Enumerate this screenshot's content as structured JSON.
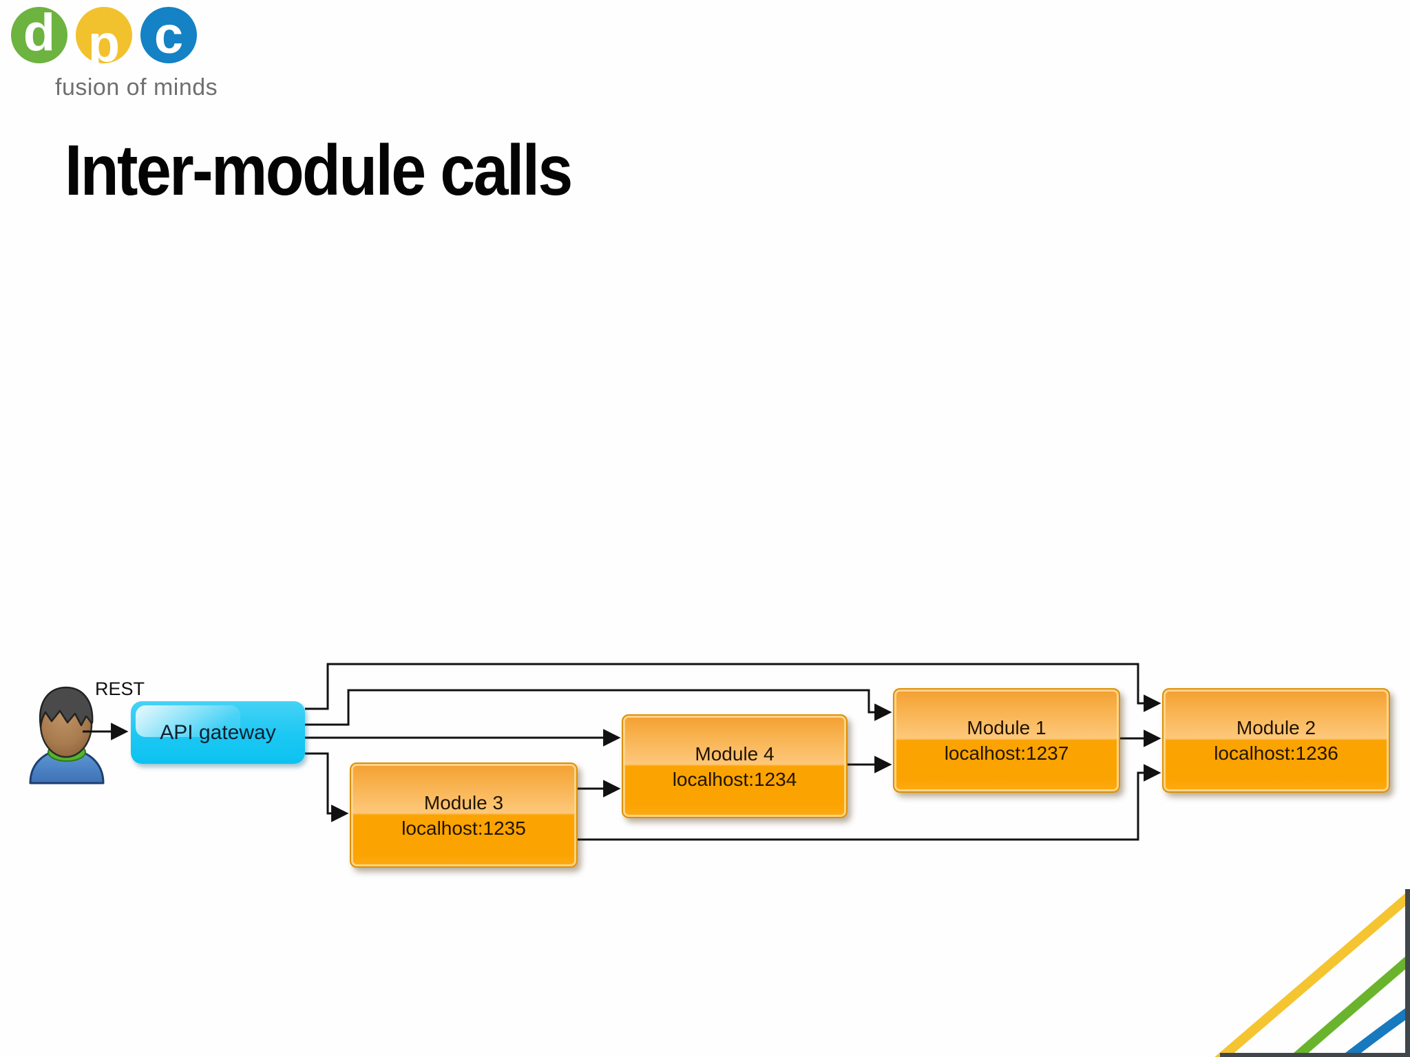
{
  "logo": {
    "circles": [
      {
        "letter": "d",
        "color": "#6cb33f"
      },
      {
        "letter": "p",
        "color": "#f2c12e"
      },
      {
        "letter": "c",
        "color": "#1482c4"
      }
    ],
    "tagline": "fusion of minds"
  },
  "title": "Inter-module calls",
  "diagram": {
    "rest_label": "REST",
    "gateway_label": "API gateway",
    "modules": [
      {
        "name": "Module 1",
        "host": "localhost:1237"
      },
      {
        "name": "Module 2",
        "host": "localhost:1236"
      },
      {
        "name": "Module 3",
        "host": "localhost:1235"
      },
      {
        "name": "Module 4",
        "host": "localhost:1234"
      }
    ],
    "connections": [
      {
        "from": "user",
        "to": "API gateway",
        "protocol": "REST"
      },
      {
        "from": "API gateway",
        "to": "Module 2"
      },
      {
        "from": "API gateway",
        "to": "Module 1"
      },
      {
        "from": "API gateway",
        "to": "Module 4"
      },
      {
        "from": "API gateway",
        "to": "Module 3"
      },
      {
        "from": "Module 3",
        "to": "Module 4"
      },
      {
        "from": "Module 3",
        "to": "Module 2"
      },
      {
        "from": "Module 4",
        "to": "Module 1"
      },
      {
        "from": "Module 1",
        "to": "Module 2"
      }
    ]
  },
  "colors": {
    "module_fill_top": "#f3a031",
    "module_fill_mid": "#fdc87b",
    "module_fill_bottom": "#fba301",
    "module_border": "#dd8f04",
    "gateway_fill": "#1cc7f3",
    "connector_line": "#111111",
    "accent_yellow": "#f5c431",
    "accent_green": "#6ab42d",
    "accent_blue": "#1779be"
  }
}
